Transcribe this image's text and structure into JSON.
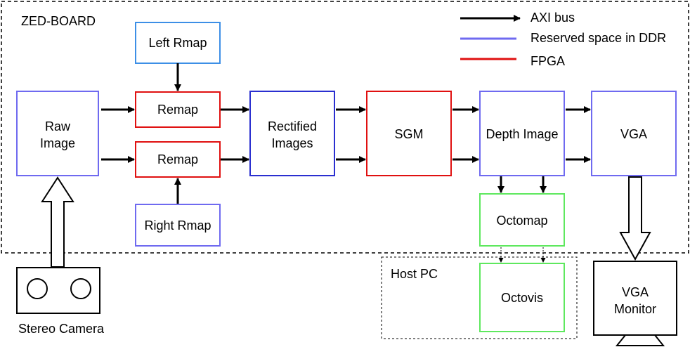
{
  "regions": {
    "zed_board": "ZED-BOARD",
    "host_pc": "Host PC"
  },
  "legend": {
    "axi_bus": "AXI bus",
    "reserved_ddr": "Reserved space in DDR",
    "fpga": "FPGA"
  },
  "blocks": {
    "raw_image": [
      "Raw",
      "Image"
    ],
    "left_rmap": "Left Rmap",
    "right_rmap": "Right Rmap",
    "remap_top": "Remap",
    "remap_bottom": "Remap",
    "rectified": [
      "Rectified",
      "Images"
    ],
    "sgm": "SGM",
    "depth_image": "Depth Image",
    "vga": "VGA",
    "octomap": "Octomap",
    "octovis": "Octovis",
    "vga_monitor": [
      "VGA",
      "Monitor"
    ],
    "stereo_camera": "Stereo Camera"
  },
  "colors": {
    "ddr": "#6f6af0",
    "fpga": "#e01010",
    "left_rmap": "#3d8fe6",
    "rectified": "#2a2fd0",
    "host": "#5ee85e",
    "border": "#000000"
  }
}
